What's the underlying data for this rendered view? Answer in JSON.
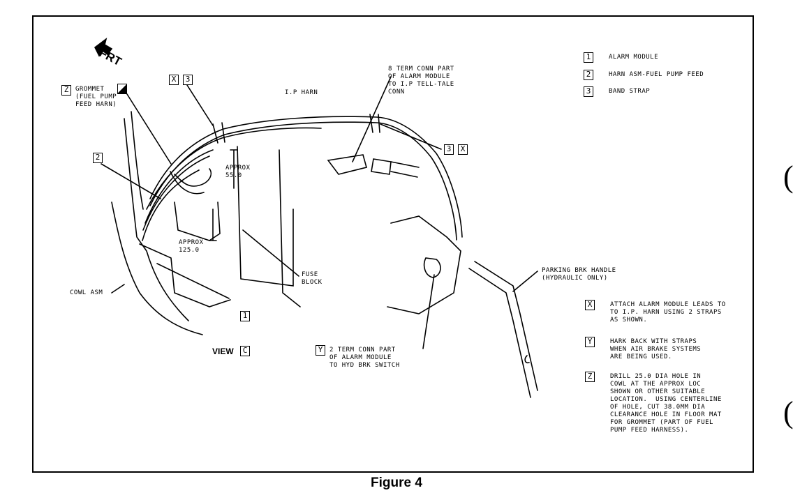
{
  "figure_caption": "Figure 4",
  "direction_label": "FRT",
  "view_label": "VIEW",
  "view_letter": "C",
  "legend": [
    {
      "key": "1",
      "text": "ALARM MODULE"
    },
    {
      "key": "2",
      "text": "HARN ASM-FUEL PUMP FEED"
    },
    {
      "key": "3",
      "text": "BAND STRAP"
    }
  ],
  "notes": [
    {
      "key": "X",
      "text": "ATTACH ALARM MODULE LEADS TO\nTO I.P. HARN USING 2 STRAPS\nAS SHOWN."
    },
    {
      "key": "Y",
      "text": "HARK BACK WITH STRAPS\nWHEN AIR BRAKE SYSTEMS\nARE BEING USED."
    },
    {
      "key": "Z",
      "text": "DRILL 25.0 DIA HOLE IN\nCOWL AT THE APPROX LOC\nSHOWN OR OTHER SUITABLE\nLOCATION.  USING CENTERLINE\nOF HOLE, CUT 38.0mm DIA\nCLEARANCE HOLE IN FLOOR MAT\nFOR GROMMET (PART OF FUEL\nPUMP FEED HARNESS)."
    }
  ],
  "callouts": {
    "grommet": "GROMMET\n(FUEL PUMP\nFEED HARN)",
    "ip_harn": "I.P HARN",
    "term8": "8 TERM CONN PART\nOF ALARM MODULE\nTO I.P TELL-TALE\nCONN",
    "approx55": "APPROX\n55.0",
    "approx125": "APPROX\n125.0",
    "fuse_block": "FUSE\nBLOCK",
    "cowl_asm": "COWL ASM",
    "parking_brk": "PARKING BRK HANDLE\n(HYDRAULIC ONLY)",
    "term2": "2 TERM CONN PART\nOF ALARM MODULE\nTO HYD BRK SWITCH"
  },
  "keys": {
    "z": "Z",
    "x": "X",
    "three": "3",
    "two": "2",
    "one": "1",
    "y": "Y"
  }
}
